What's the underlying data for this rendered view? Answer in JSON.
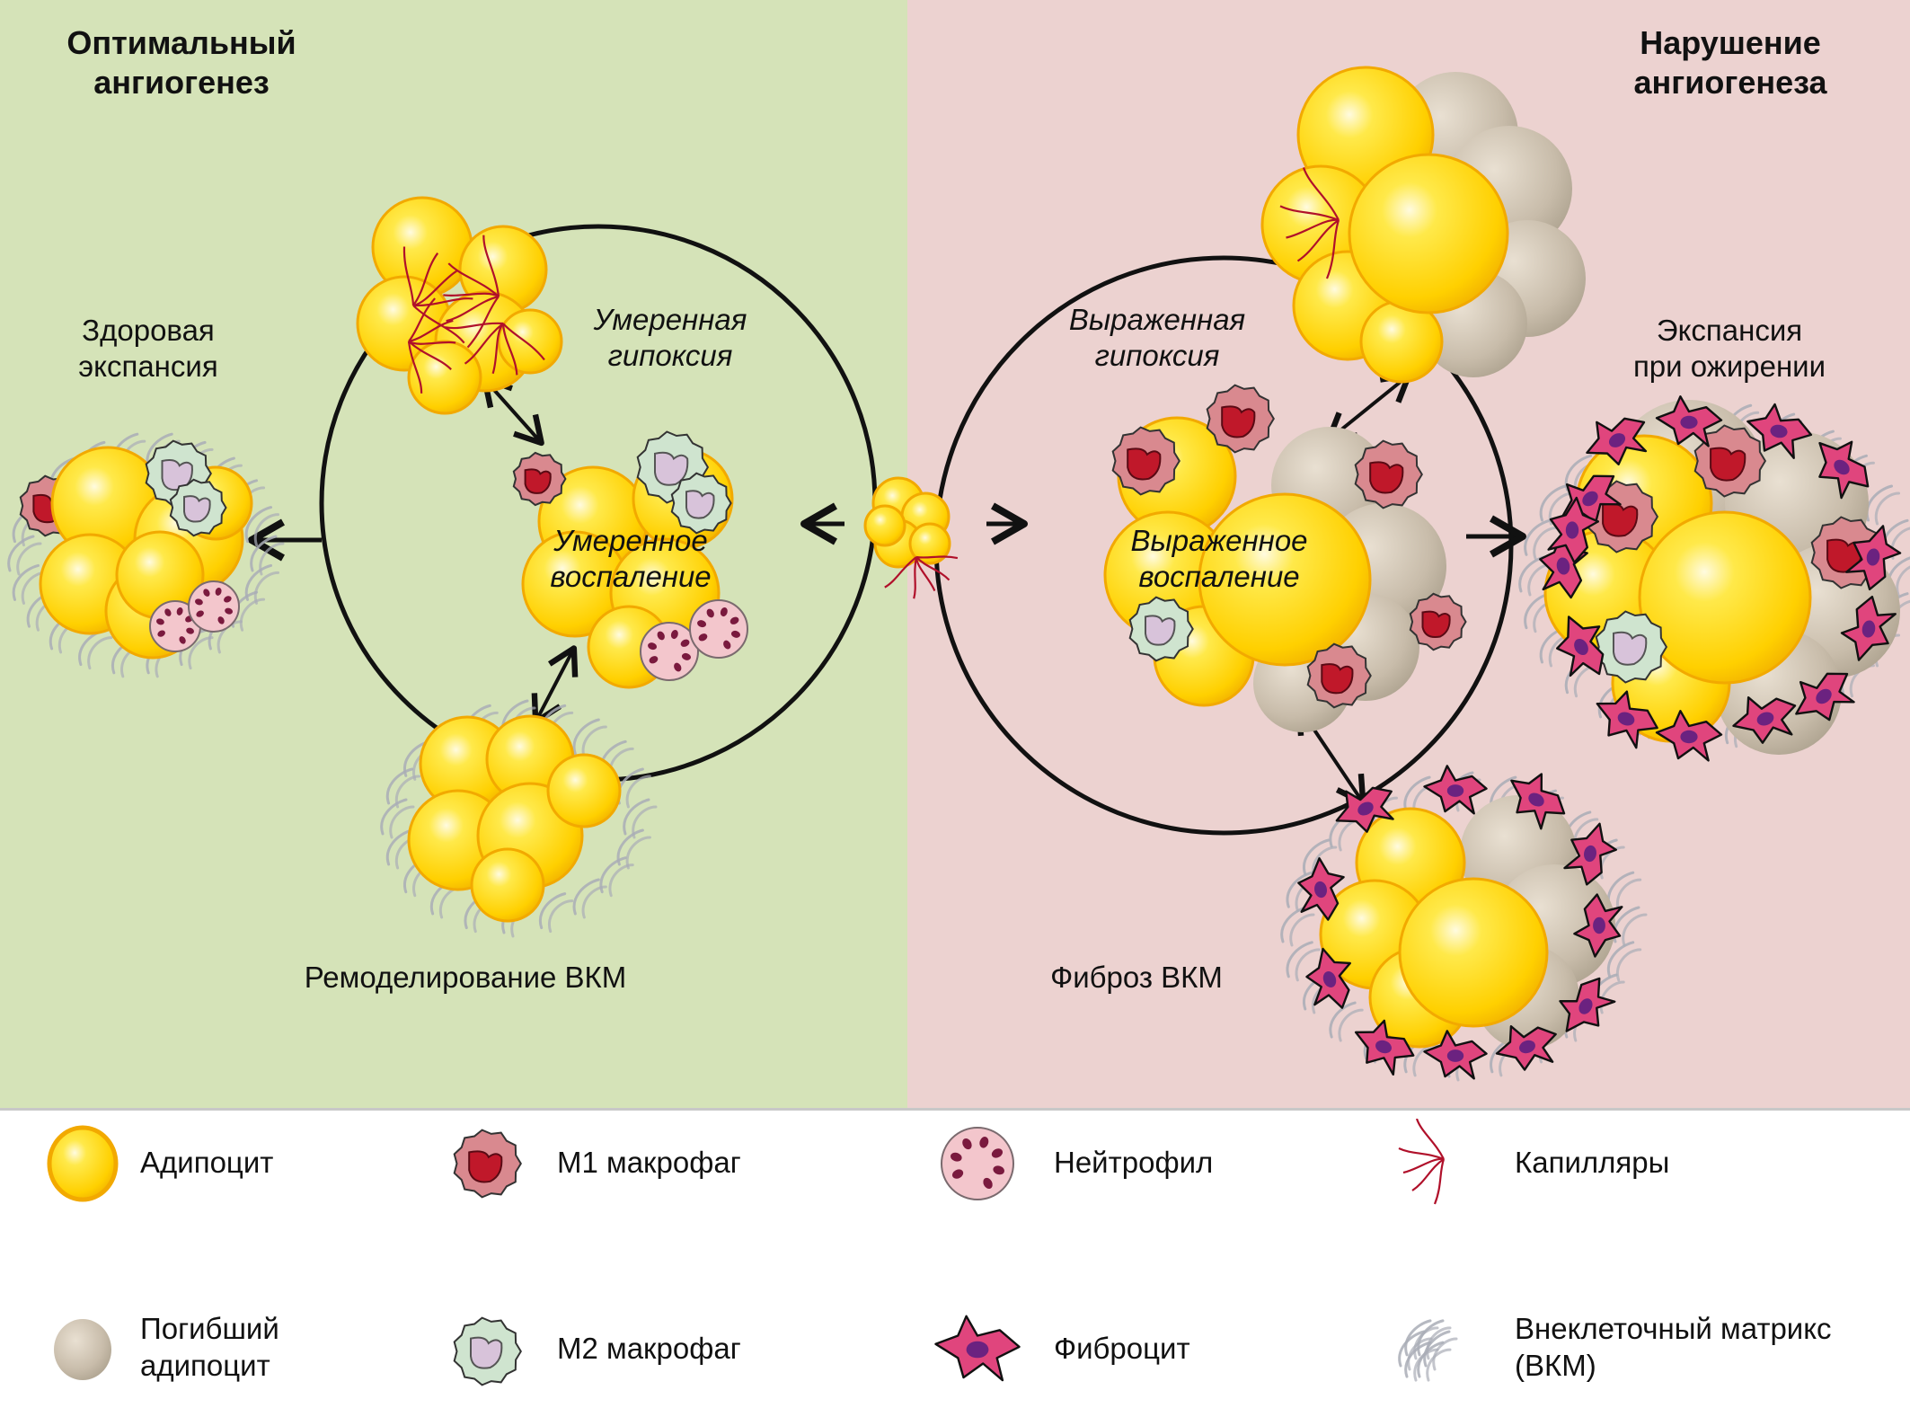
{
  "panels": {
    "left": {
      "title_line1": "Оптимальный",
      "title_line2": "ангиогенез",
      "background": "#d5e3b8",
      "labels": {
        "healthy_expansion_line1": "Здоровая",
        "healthy_expansion_line2": "экспансия",
        "hypoxia_line1": "Умеренная",
        "hypoxia_line2": "гипоксия",
        "inflammation_line1": "Умеренное",
        "inflammation_line2": "воспаление",
        "ecm": "Ремоделирование ВКМ"
      }
    },
    "right": {
      "title_line1": "Нарушение",
      "title_line2": "ангиогенеза",
      "background": "#ecd2d0",
      "labels": {
        "hypoxia_line1": "Выраженная",
        "hypoxia_line2": "гипоксия",
        "inflammation_line1": "Выраженное",
        "inflammation_line2": "воспаление",
        "obesity_expansion_line1": "Экспансия",
        "obesity_expansion_line2": "при ожирении",
        "ecm": "Фиброз ВКМ"
      }
    }
  },
  "legend": [
    {
      "icon": "adipocyte-icon",
      "label_line1": "Адипоцит",
      "label_line2": ""
    },
    {
      "icon": "m1-macrophage-icon",
      "label_line1": "М1 макрофаг",
      "label_line2": ""
    },
    {
      "icon": "neutrophil-icon",
      "label_line1": "Нейтрофил",
      "label_line2": ""
    },
    {
      "icon": "capillaries-icon",
      "label_line1": "Капилляры",
      "label_line2": ""
    },
    {
      "icon": "dead-adipocyte-icon",
      "label_line1": "Погибший",
      "label_line2": "адипоцит"
    },
    {
      "icon": "m2-macrophage-icon",
      "label_line1": "М2 макрофаг",
      "label_line2": ""
    },
    {
      "icon": "fibrocyte-icon",
      "label_line1": "Фиброцит",
      "label_line2": ""
    },
    {
      "icon": "ecm-icon",
      "label_line1": "Внеклеточный матрикс",
      "label_line2": "(ВКМ)"
    }
  ],
  "colors": {
    "adipocyte": "#ffd400",
    "adipocyte_edge": "#f2a900",
    "dead_adipocyte": "#cfc2b0",
    "m1_macrophage": "#d9898f",
    "m1_nucleus": "#c0182a",
    "m2_macrophage": "#cfe4cf",
    "m2_nucleus": "#d8c3da",
    "neutrophil": "#f3c6cc",
    "neutrophil_nucleus": "#7a1a3e",
    "capillary": "#b0102a",
    "fibrocyte": "#e0457d",
    "fibrocyte_nucleus": "#6b2280",
    "ecm": "#a9adb6"
  }
}
